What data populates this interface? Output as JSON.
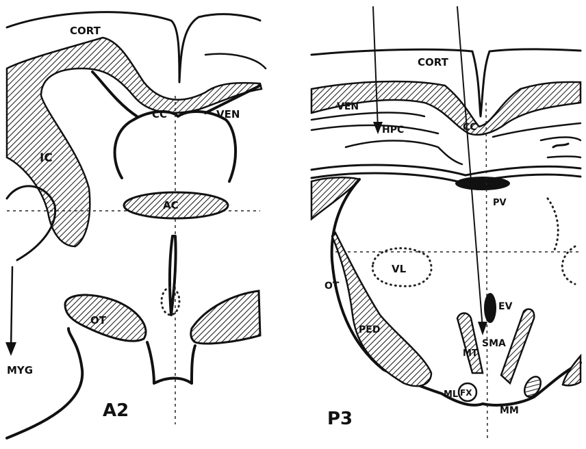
{
  "panels": [
    {
      "section": "A2",
      "labels": {
        "cort": "CORT",
        "cc": "CC",
        "ven": "VEN",
        "ic": "IC",
        "ac": "AC",
        "ot": "OT",
        "amyg": "MYG"
      }
    },
    {
      "section": "P3",
      "labels": {
        "cort": "CORT",
        "ven": "VEN",
        "hpc": "HPC",
        "cc": "CC",
        "pv": "PV",
        "vl": "VL",
        "ot": "OT",
        "ped": "PED",
        "ev": "EV",
        "sma": "SMA",
        "mt": "MT",
        "ml": "ML",
        "fx": "FX",
        "mm": "MM"
      }
    }
  ],
  "colors": {
    "ink": "#111111",
    "paper": "#ffffff"
  }
}
